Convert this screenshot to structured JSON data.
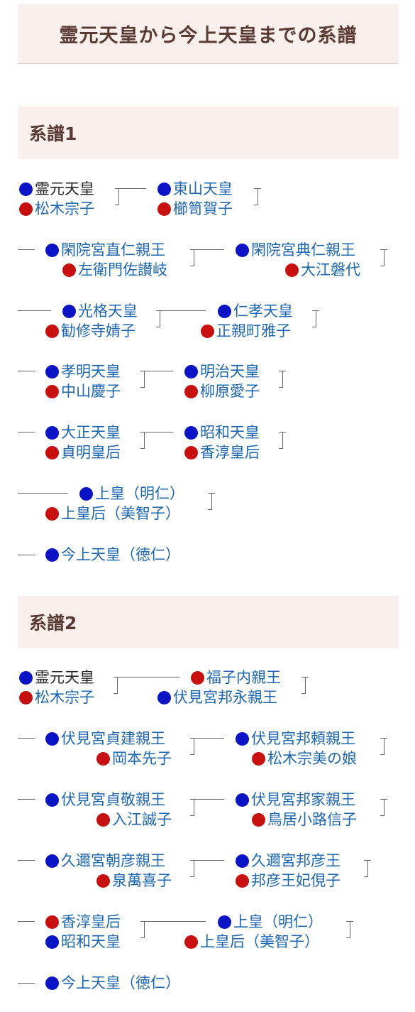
{
  "page_title": "霊元天皇から今上天皇までの系譜",
  "sections": [
    {
      "heading": "系譜1"
    },
    {
      "heading": "系譜2"
    }
  ],
  "people": {
    "s1_r1_a": "霊元天皇",
    "s1_r1_b": "松木宗子",
    "s1_r1_c": "東山天皇",
    "s1_r1_d": "櫛笥賀子",
    "s1_r2_a": "閑院宮直仁親王",
    "s1_r2_b": "左衛門佐讃岐",
    "s1_r2_c": "閑院宮典仁親王",
    "s1_r2_d": "大江磐代",
    "s1_r3_a": "光格天皇",
    "s1_r3_b": "勧修寺婧子",
    "s1_r3_c": "仁孝天皇",
    "s1_r3_d": "正親町雅子",
    "s1_r4_a": "孝明天皇",
    "s1_r4_b": "中山慶子",
    "s1_r4_c": "明治天皇",
    "s1_r4_d": "柳原愛子",
    "s1_r5_a": "大正天皇",
    "s1_r5_b": "貞明皇后",
    "s1_r5_c": "昭和天皇",
    "s1_r5_d": "香淳皇后",
    "s1_r6_a": "上皇（明仁）",
    "s1_r6_b": "上皇后（美智子）",
    "s1_r7_a": "今上天皇（徳仁）",
    "s2_r1_a": "霊元天皇",
    "s2_r1_b": "松木宗子",
    "s2_r1_c": "福子内親王",
    "s2_r1_d": "伏見宮邦永親王",
    "s2_r2_a": "伏見宮貞建親王",
    "s2_r2_b": "岡本先子",
    "s2_r2_c": "伏見宮邦頼親王",
    "s2_r2_d": "松木宗美の娘",
    "s2_r3_a": "伏見宮貞敬親王",
    "s2_r3_b": "入江誠子",
    "s2_r3_c": "伏見宮邦家親王",
    "s2_r3_d": "鳥居小路信子",
    "s2_r4_a": "久邇宮朝彦親王",
    "s2_r4_b": "泉萬喜子",
    "s2_r4_c": "久邇宮邦彦王",
    "s2_r4_d": "邦彦王妃俔子",
    "s2_r5_a": "香淳皇后",
    "s2_r5_b": "昭和天皇",
    "s2_r5_c": "上皇（明仁）",
    "s2_r5_d": "上皇后（美智子）",
    "s2_r6_a": "今上天皇（徳仁）"
  },
  "colors": {
    "male_dot": "#0b14c4",
    "female_dot": "#c71010",
    "link_text": "#1d66b0",
    "heading_bg": "#f9efec",
    "heading_text": "#5a3a33"
  }
}
